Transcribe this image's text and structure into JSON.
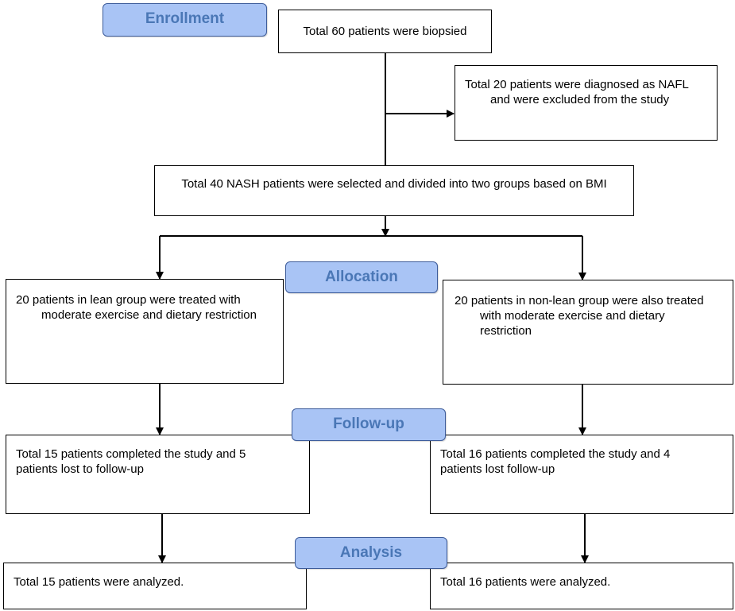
{
  "stages": {
    "enrollment": "Enrollment",
    "allocation": "Allocation",
    "follow_up": "Follow-up",
    "analysis": "Analysis"
  },
  "boxes": {
    "biopsied": "Total 60 patients were biopsied",
    "excluded": "Total 20 patients were diagnosed as NAFL and were excluded from the study",
    "selected": "Total 40 NASH patients were selected and divided into two groups based on BMI",
    "lean_group": "20 patients in lean group were treated with moderate exercise and dietary restriction",
    "nonlean_group": "20 patients in non-lean group were also treated with moderate exercise and dietary restriction",
    "lean_followup": "Total 15 patients completed the study and 5 patients lost to follow-up",
    "nonlean_followup": "Total 16 patients completed the study and 4 patients lost follow-up",
    "lean_analysis": "Total 15 patients were analyzed.",
    "nonlean_analysis": "Total 16 patients were analyzed."
  },
  "colors": {
    "stage_fill": "#a9c4f5",
    "stage_text": "#4a77b6",
    "stage_border": "#3d5c9a",
    "line": "#000000"
  }
}
